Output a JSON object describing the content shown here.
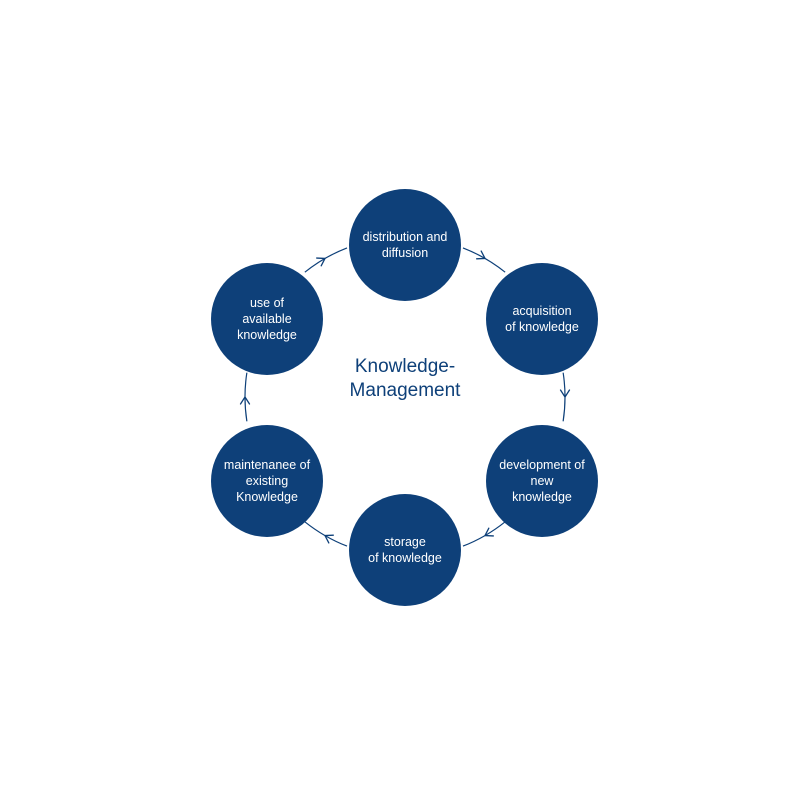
{
  "diagram": {
    "title": "Knowledge-\nManagement",
    "colors": {
      "node_fill": "#0e4079",
      "node_text": "#ffffff",
      "title_text": "#0e4079",
      "arrow": "#0e4079"
    },
    "nodes": [
      {
        "label": "distribution and\ndiffusion"
      },
      {
        "label": "acquisition\nof knowledge"
      },
      {
        "label": "development of\nnew\nknowledge"
      },
      {
        "label": "storage\nof knowledge"
      },
      {
        "label": "maintenanee of\nexisting\nKnowledge"
      },
      {
        "label": "use of\navailable\nknowledge"
      }
    ],
    "flow": "clockwise"
  }
}
